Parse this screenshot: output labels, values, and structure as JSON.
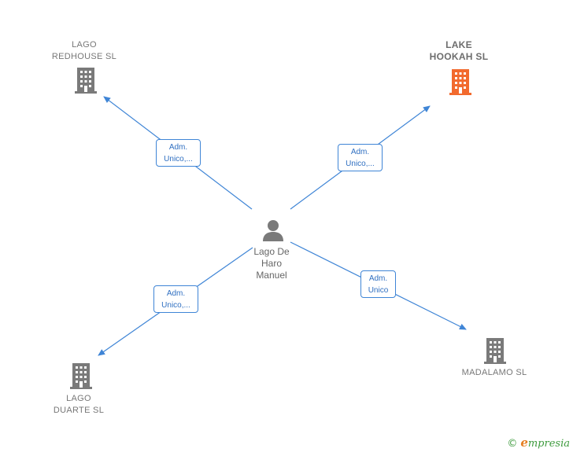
{
  "nodes": {
    "lago_redhouse": {
      "label": "LAGO\nREDHOUSE  SL",
      "icon": "building-icon",
      "color": "#7a7a7a"
    },
    "lake_hookah": {
      "label": "LAKE\nHOOKAH  SL",
      "icon": "building-icon",
      "color": "#f26a2e"
    },
    "person": {
      "label": "Lago De\nHaro\nManuel",
      "icon": "person-icon",
      "color": "#7a7a7a"
    },
    "lago_duarte": {
      "label": "LAGO\nDUARTE SL",
      "icon": "building-icon",
      "color": "#7a7a7a"
    },
    "madalamo": {
      "label": "MADALAMO  SL",
      "icon": "building-icon",
      "color": "#7a7a7a"
    }
  },
  "edges": {
    "to_redhouse": "Adm.\nUnico,...",
    "to_hookah": "Adm.\nUnico,...",
    "to_duarte": "Adm.\nUnico,...",
    "to_madalamo": "Adm.\nUnico"
  },
  "edge_color": "#3f85d6",
  "footer": {
    "copyright": "©",
    "brand_initial": "e",
    "brand_rest": "mpresia"
  }
}
